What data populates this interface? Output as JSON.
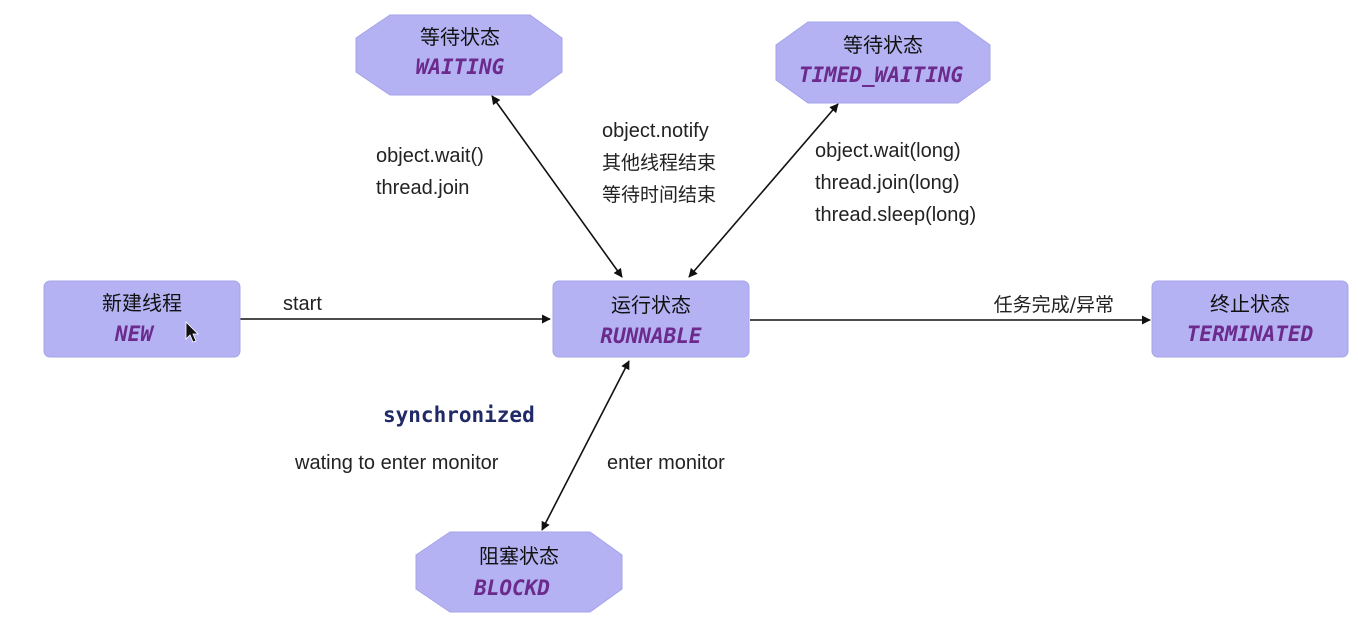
{
  "nodes": {
    "new": {
      "title": "新建线程",
      "code": "NEW"
    },
    "runnable": {
      "title": "运行状态",
      "code": "RUNNABLE"
    },
    "waiting": {
      "title": "等待状态",
      "code": "WAITING"
    },
    "timed_waiting": {
      "title": "等待状态",
      "code": "TIMED_WAITING"
    },
    "terminated": {
      "title": "终止状态",
      "code": "TERMINATED"
    },
    "blocked": {
      "title": "阻塞状态",
      "code": "BLOCKD"
    }
  },
  "edges": {
    "start": "start",
    "finish": "任务完成/异常",
    "to_waiting": [
      "object.wait()",
      "thread.join"
    ],
    "notify": [
      "object.notify",
      "其他线程结束",
      "等待时间结束"
    ],
    "to_timed": [
      "object.wait(long)",
      "thread.join(long)",
      "thread.sleep(long)"
    ],
    "sync_keyword": "synchronized",
    "to_blocked": "wating to enter monitor",
    "from_blocked": "enter monitor"
  },
  "colors": {
    "node_fill": "#b4b2f2",
    "code_text": "#6b2a8c",
    "sync_text": "#1f2a66"
  }
}
